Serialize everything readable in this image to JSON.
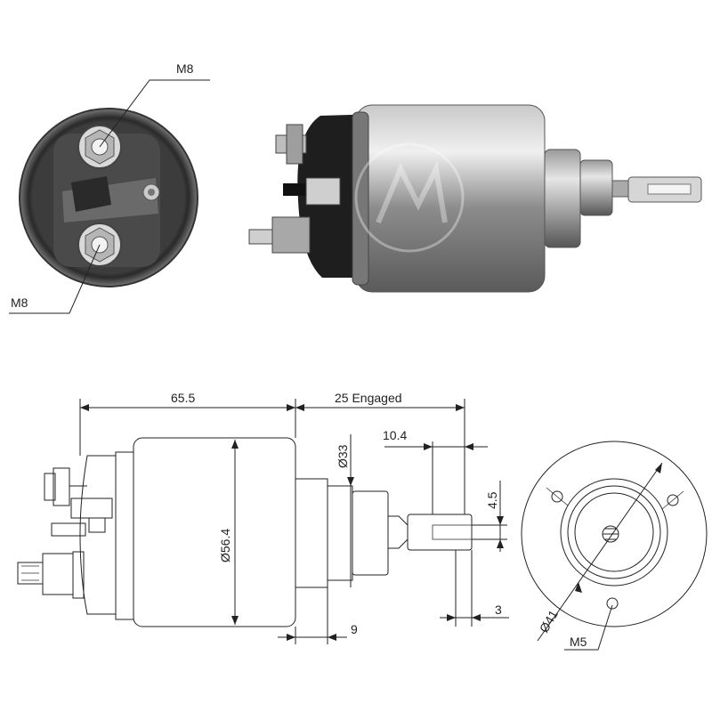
{
  "photo_labels": {
    "top_terminal": "M8",
    "bottom_terminal": "M8"
  },
  "dimensions": {
    "body_length": "65.5",
    "stroke": "25 Engaged",
    "body_diameter": "Ø56.4",
    "boss_diameter": "Ø33",
    "fork_offset": "10.4",
    "slot_width": "4.5",
    "fork_thickness": "3",
    "boss_length": "9",
    "flange_diameter": "Ø41",
    "mount_thread": "M5"
  },
  "colors": {
    "line": "#222222",
    "body_dark": "#3a3a3a",
    "body_mid": "#8a8a8a",
    "body_light": "#d8d8d8"
  }
}
